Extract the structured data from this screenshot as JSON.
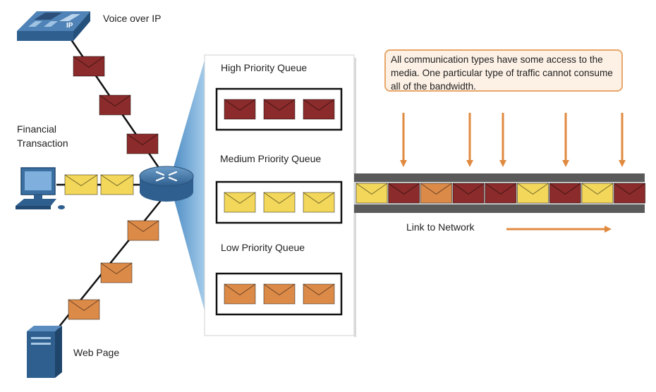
{
  "labels": {
    "voip": "Voice over IP",
    "financial": "Financial\nTransaction",
    "web": "Web Page",
    "high_queue": "High Priority Queue",
    "medium_queue": "Medium Priority Queue",
    "low_queue": "Low Priority Queue",
    "link": "Link to Network",
    "callout": "All communication types have some access to the media. One particular type of traffic cannot consume all of the bandwidth.",
    "phone_badge": "IP"
  },
  "queues": {
    "high": [
      "voice",
      "voice",
      "voice"
    ],
    "medium": [
      "financial",
      "financial",
      "financial"
    ],
    "low": [
      "web",
      "web",
      "web"
    ]
  },
  "link_sequence": [
    "financial",
    "voice",
    "web",
    "voice",
    "voice",
    "financial",
    "voice",
    "financial",
    "voice"
  ],
  "colors": {
    "voice": "#8b2b2b",
    "financial": "#f2d75a",
    "web": "#dc8a48",
    "arrow": "#e08a40",
    "router": "#3f6f9e",
    "callout_border": "#e8a66a"
  },
  "icons": {
    "source_voip": "ip-phone-icon",
    "source_financial": "desktop-computer-icon",
    "source_web": "server-icon",
    "hub": "router-icon",
    "packet": "envelope-icon"
  }
}
